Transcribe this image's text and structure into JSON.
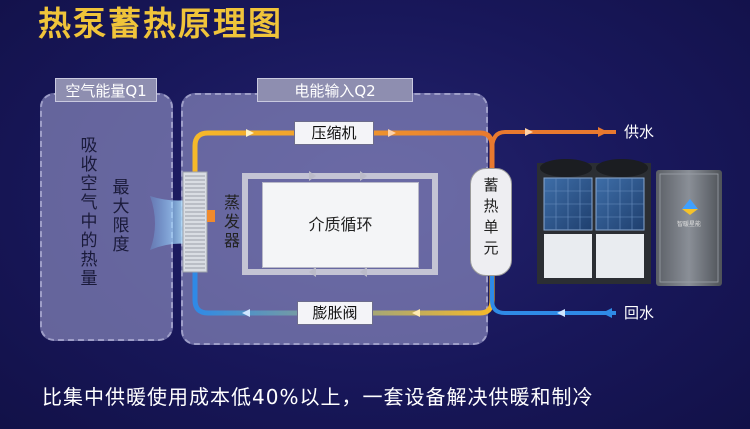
{
  "title": "热泵蓄热原理图",
  "air_panel": {
    "label": "空气能量Q1",
    "left_text": "吸收空气中的热量",
    "right_text": "最大限度"
  },
  "energy_panel": {
    "label": "电能输入Q2",
    "compressor": "压缩机",
    "evaporator": "蒸发器",
    "medium": "介质循环",
    "valve": "膨胀阀"
  },
  "storage_unit": "蓄热单元",
  "supply_water": "供水",
  "return_water": "回水",
  "device_logo_text": "智暖星能",
  "bottom_text": "比集中供暖使用成本低40%以上，一套设备解决供暖和制冷",
  "colors": {
    "title": "#f0c43a",
    "hot_pipe": "#f5a623",
    "warm_pipe": "#e8792f",
    "cold_pipe": "#2f8ae6"
  }
}
